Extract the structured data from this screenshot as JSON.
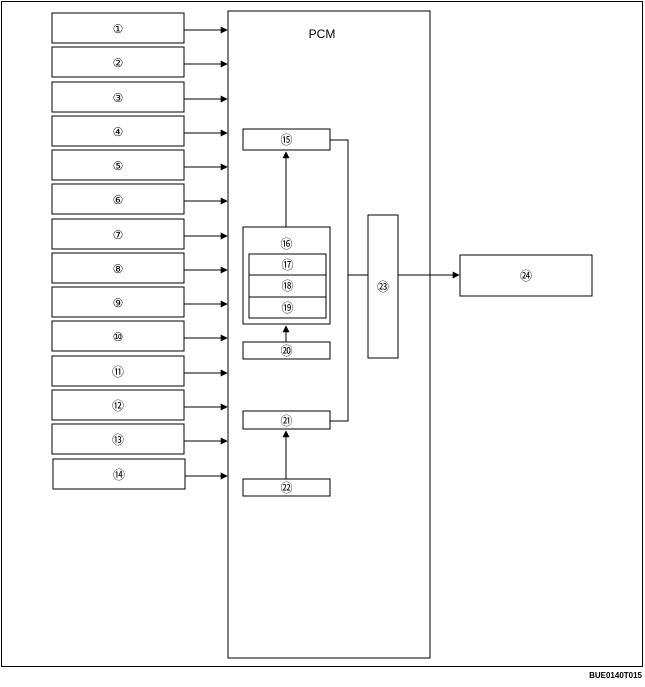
{
  "controller": {
    "title": "PCM"
  },
  "inputs": [
    "①",
    "②",
    "③",
    "④",
    "⑤",
    "⑥",
    "⑦",
    "⑧",
    "⑨",
    "⑩",
    "⑪",
    "⑫",
    "⑬",
    "⑭"
  ],
  "blocks": {
    "b15": "⑮",
    "b16": "⑯",
    "b17": "⑰",
    "b18": "⑱",
    "b19": "⑲",
    "b20": "⑳",
    "b21": "㉑",
    "b22": "㉒",
    "b23": "㉓",
    "b24": "㉔"
  },
  "figure_code": "BUE0140T015"
}
